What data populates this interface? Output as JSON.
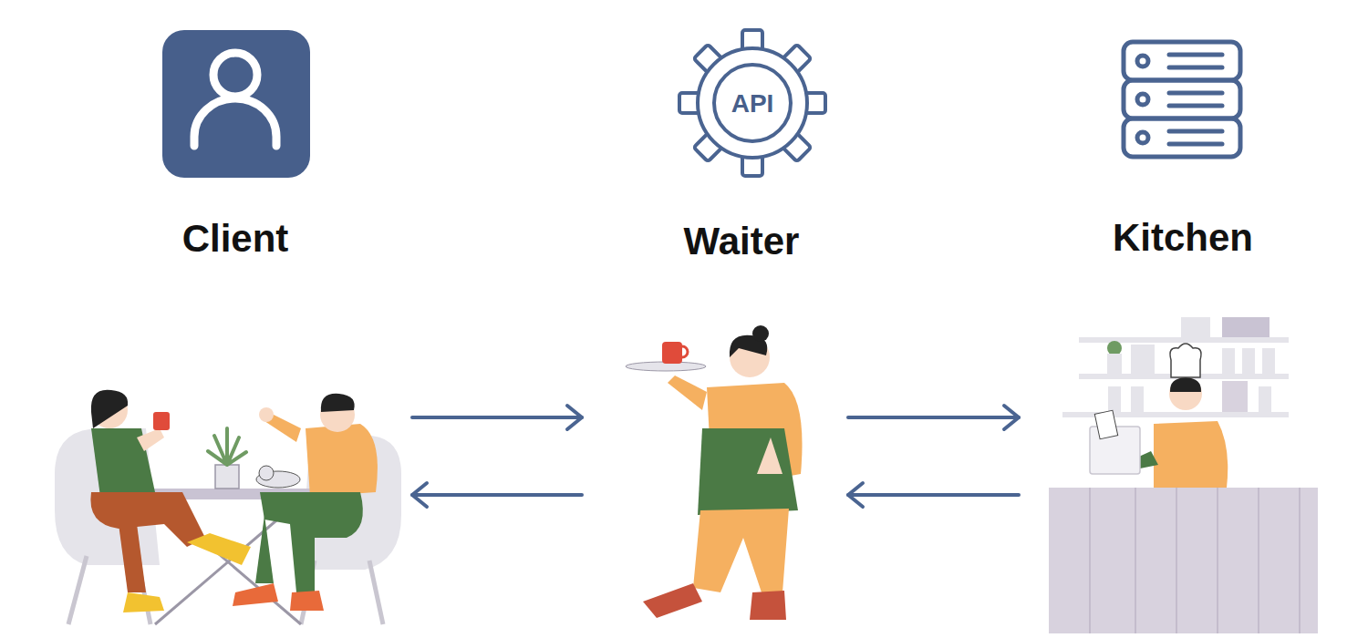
{
  "diagram": {
    "nodes": [
      {
        "text": [
          "Client"
        ]
      },
      {
        "text": [
          "API",
          "Waiter"
        ]
      },
      {
        "text": [
          "Kitchen"
        ]
      }
    ],
    "edges": [
      {
        "from": 0,
        "to": 1,
        "arrow": "to"
      },
      {
        "from": 1,
        "to": 0,
        "arrow": "to"
      },
      {
        "from": 1,
        "to": 2,
        "arrow": "to"
      },
      {
        "from": 2,
        "to": 1,
        "arrow": "to"
      }
    ]
  }
}
